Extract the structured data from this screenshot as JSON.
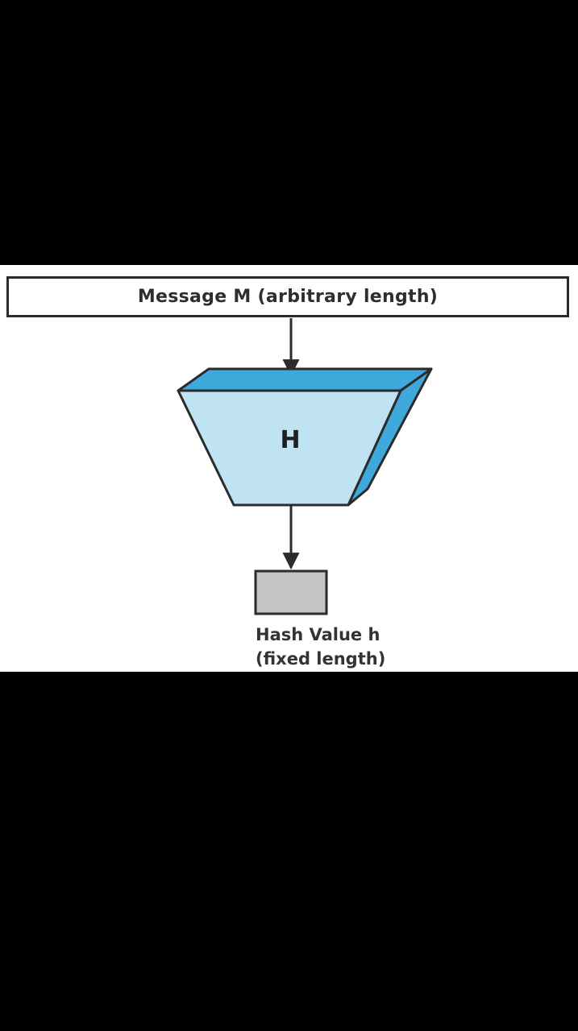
{
  "diagram": {
    "input_label": "Message M (arbitrary  length)",
    "function_label": "H",
    "output_line1": "Hash Value h",
    "output_line2": "(fixed length)"
  },
  "colors": {
    "background": "#000000",
    "panel": "#ffffff",
    "funnel_front": "#bfe3f2",
    "funnel_top": "#3fa9dc",
    "funnel_side": "#3fa9dc",
    "output_box": "#c4c4c4",
    "stroke": "#2b2b2b"
  }
}
